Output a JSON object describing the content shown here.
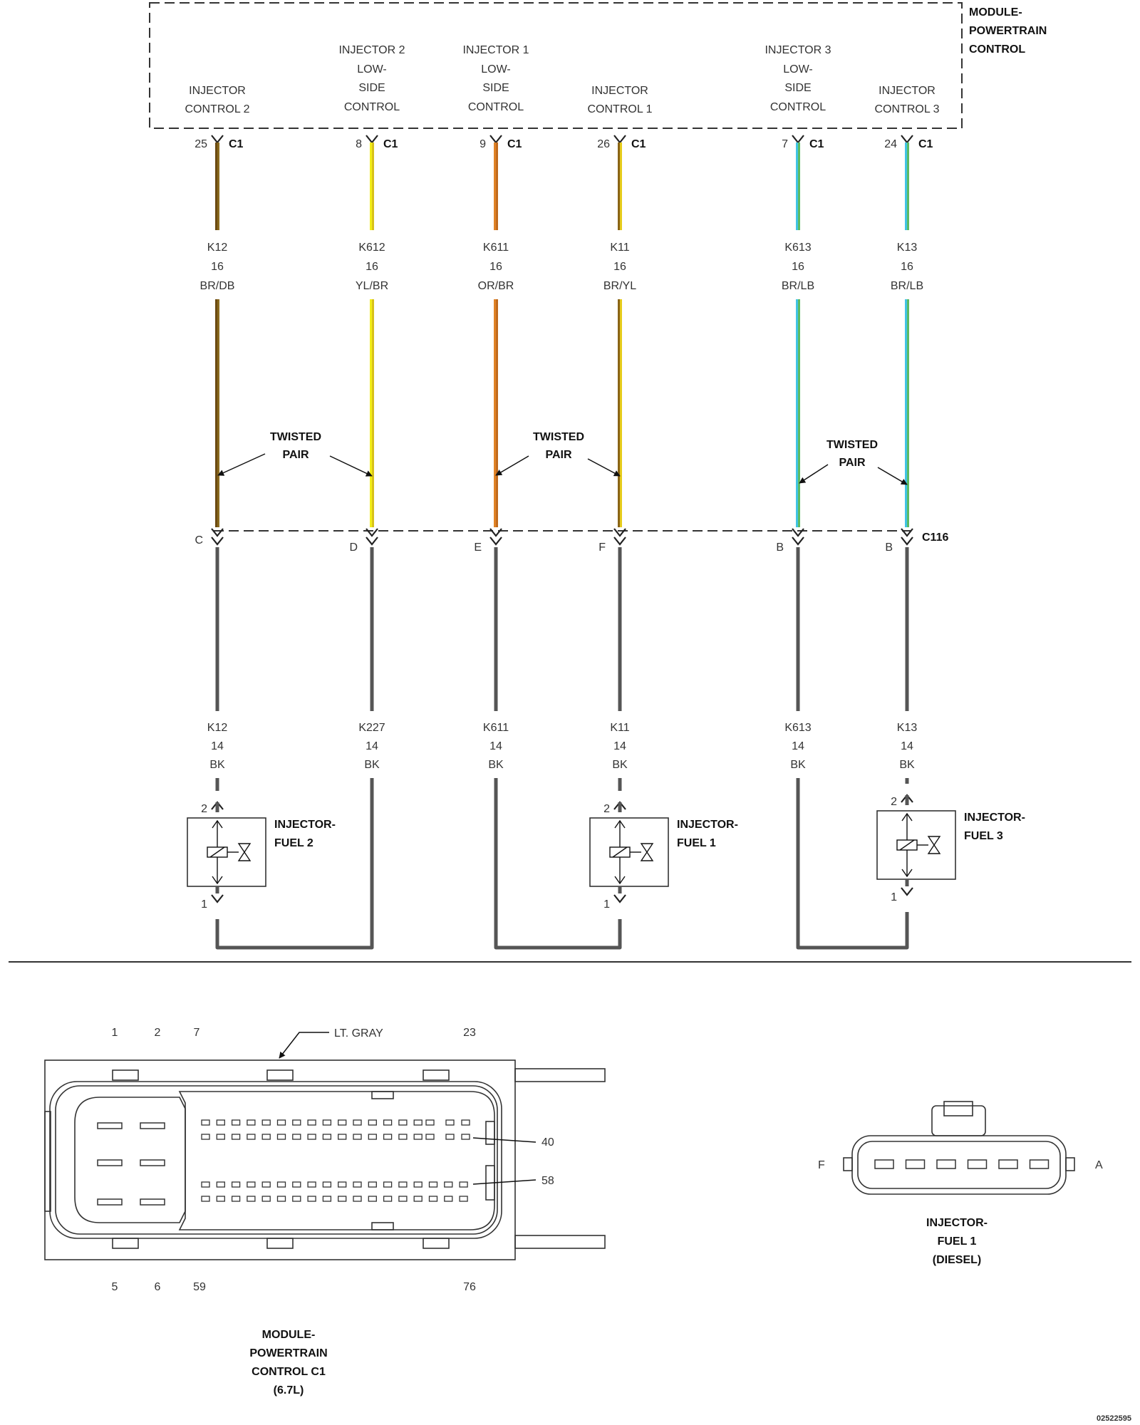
{
  "module": {
    "title_lines": [
      "MODULE-",
      "POWERTRAIN",
      "CONTROL"
    ],
    "connector": "C1",
    "pins": [
      {
        "lines": [
          "INJECTOR",
          "CONTROL 2"
        ],
        "pin": "25"
      },
      {
        "lines": [
          "INJECTOR 2",
          "LOW-",
          "SIDE",
          "CONTROL"
        ],
        "pin": "8"
      },
      {
        "lines": [
          "INJECTOR 1",
          "LOW-",
          "SIDE",
          "CONTROL"
        ],
        "pin": "9"
      },
      {
        "lines": [
          "INJECTOR",
          "CONTROL 1"
        ],
        "pin": "26"
      },
      {
        "lines": [
          "INJECTOR 3",
          "LOW-",
          "SIDE",
          "CONTROL"
        ],
        "pin": "7"
      },
      {
        "lines": [
          "INJECTOR",
          "CONTROL 3"
        ],
        "pin": "24"
      }
    ]
  },
  "wires_upper": [
    {
      "circuit": "K12",
      "gauge": "16",
      "color_code": "BR/DB",
      "colors": [
        "#6b4a12",
        "#8a6a1e"
      ]
    },
    {
      "circuit": "K612",
      "gauge": "16",
      "color_code": "YL/BR",
      "colors": [
        "#f2ee18",
        "#d8c21a"
      ]
    },
    {
      "circuit": "K611",
      "gauge": "16",
      "color_code": "OR/BR",
      "colors": [
        "#e08326",
        "#c06a1e"
      ]
    },
    {
      "circuit": "K11",
      "gauge": "16",
      "color_code": "BR/YL",
      "colors": [
        "#8a6416",
        "#e6cc1c"
      ]
    },
    {
      "circuit": "K613",
      "gauge": "16",
      "color_code": "BR/LB",
      "colors": [
        "#41c3e4",
        "#5dbb63"
      ]
    },
    {
      "circuit": "K13",
      "gauge": "16",
      "color_code": "BR/LB",
      "colors": [
        "#41c3e4",
        "#5dbb63"
      ]
    }
  ],
  "twisted_pair_lines": [
    "TWISTED",
    "PAIR"
  ],
  "inline_connector": {
    "name": "C116",
    "pins": [
      "C",
      "D",
      "E",
      "F",
      "B",
      "B"
    ]
  },
  "wires_lower": [
    {
      "circuit": "K12",
      "gauge": "14",
      "color_code": "BK"
    },
    {
      "circuit": "K227",
      "gauge": "14",
      "color_code": "BK"
    },
    {
      "circuit": "K611",
      "gauge": "14",
      "color_code": "BK"
    },
    {
      "circuit": "K11",
      "gauge": "14",
      "color_code": "BK"
    },
    {
      "circuit": "K613",
      "gauge": "14",
      "color_code": "BK"
    },
    {
      "circuit": "K13",
      "gauge": "14",
      "color_code": "BK"
    }
  ],
  "injectors": [
    {
      "name_lines": [
        "INJECTOR-",
        "FUEL 2"
      ],
      "pin_top": "2",
      "pin_bottom": "1"
    },
    {
      "name_lines": [
        "INJECTOR-",
        "FUEL 1"
      ],
      "pin_top": "2",
      "pin_bottom": "1"
    },
    {
      "name_lines": [
        "INJECTOR-",
        "FUEL 3"
      ],
      "pin_top": "2",
      "pin_bottom": "1"
    }
  ],
  "pcm_connector_view": {
    "top_pins": [
      "1",
      "2",
      "7",
      "23"
    ],
    "bottom_pins": [
      "5",
      "6",
      "59",
      "76"
    ],
    "side_pins": [
      "40",
      "58"
    ],
    "color_note": "LT. GRAY",
    "caption_lines": [
      "MODULE-",
      "POWERTRAIN",
      "CONTROL C1",
      "(6.7L)"
    ]
  },
  "injector_connector_view": {
    "left_pin": "F",
    "right_pin": "A",
    "caption_lines": [
      "INJECTOR-",
      "FUEL 1",
      "(DIESEL)"
    ]
  },
  "figure_id": "02522595"
}
